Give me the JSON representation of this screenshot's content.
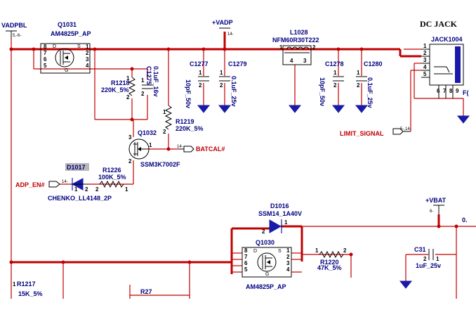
{
  "title": "DC JACK",
  "nets": {
    "vadpbl": "VADPBL",
    "vadpbl_ref": "5,-6-",
    "vadp": "+VADP",
    "vadp_ref": "14-",
    "vbat": "+VBAT",
    "vbat_ref": "6-",
    "batcal": "BATCAL#",
    "batcal_ref": "14-",
    "adp_en": "ADP_EN#",
    "adp_en_ref": "14-",
    "limit": "LIMIT_SIGNAL",
    "limit_ref": "5-,14-",
    "edge": "0."
  },
  "parts": {
    "q1031": {
      "ref": "Q1031",
      "val": "AM4825P_AP"
    },
    "q1030": {
      "ref": "Q1030",
      "val": "AM4825P_AP"
    },
    "q1032": {
      "ref": "Q1032",
      "val": "SSM3K7002F"
    },
    "l1028": {
      "ref": "L1028",
      "val": "NFM60R30T222"
    },
    "jack": {
      "ref": "JACK1004",
      "val": "F("
    },
    "d1017": {
      "ref": "D1017",
      "val": "CHENKO_LL4148_2P"
    },
    "d1016": {
      "ref": "D1016",
      "val": "SSM14_1A40V"
    },
    "r1218": {
      "ref": "R1218",
      "val": "220K_5%"
    },
    "r1219": {
      "ref": "R1219",
      "val": "220K_5%"
    },
    "r1226": {
      "ref": "R1226",
      "val": "100K_5%"
    },
    "r1220": {
      "ref": "R1220",
      "val": "47K_5%"
    },
    "r1217": {
      "ref": "R1217",
      "val": "15K_5%"
    },
    "r27": {
      "ref": "R27"
    },
    "c1275": {
      "ref": "C1275",
      "val": "0.1uF_16v"
    },
    "c1277": {
      "ref": "C1277",
      "val": "10pF_50v"
    },
    "c1279": {
      "ref": "C1279",
      "val": "0.1uF_25v"
    },
    "c1278": {
      "ref": "C1278",
      "val": "10pF_50v"
    },
    "c1280": {
      "ref": "C1280",
      "val": "0.1uF_25v"
    },
    "c31": {
      "ref": "C31",
      "val": "1uF_25v"
    }
  },
  "pins": {
    "p1": "1",
    "p2": "2",
    "p3": "3",
    "p4": "4",
    "p5": "5",
    "p6": "6",
    "p7": "7",
    "p8": "8",
    "p9": "9",
    "d": "D",
    "s": "S",
    "g": "G"
  },
  "colors": {
    "wire": "#c00000",
    "label": "#000080",
    "symbol": "#1a1aa8",
    "component": "#000000"
  }
}
